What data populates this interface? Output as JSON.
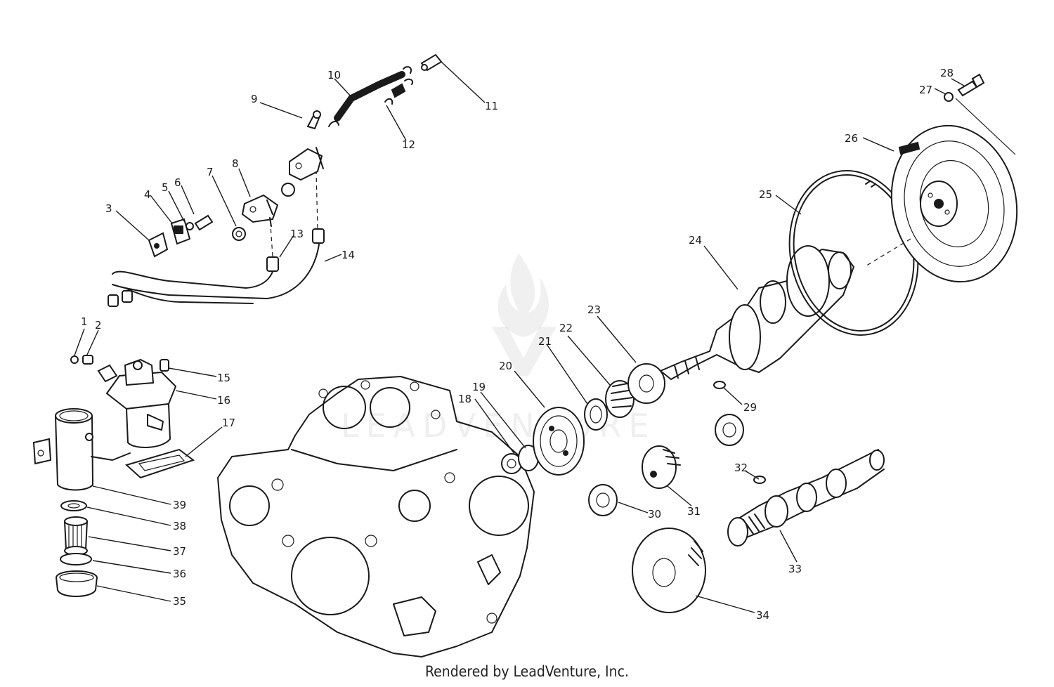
{
  "callouts": [
    {
      "n": "1"
    },
    {
      "n": "2"
    },
    {
      "n": "3"
    },
    {
      "n": "4"
    },
    {
      "n": "5"
    },
    {
      "n": "6"
    },
    {
      "n": "7"
    },
    {
      "n": "8"
    },
    {
      "n": "9"
    },
    {
      "n": "10"
    },
    {
      "n": "11"
    },
    {
      "n": "12"
    },
    {
      "n": "13"
    },
    {
      "n": "14"
    },
    {
      "n": "15"
    },
    {
      "n": "16"
    },
    {
      "n": "17"
    },
    {
      "n": "18"
    },
    {
      "n": "19"
    },
    {
      "n": "20"
    },
    {
      "n": "21"
    },
    {
      "n": "22"
    },
    {
      "n": "23"
    },
    {
      "n": "24"
    },
    {
      "n": "25"
    },
    {
      "n": "26"
    },
    {
      "n": "27"
    },
    {
      "n": "28"
    },
    {
      "n": "29"
    },
    {
      "n": "30"
    },
    {
      "n": "31"
    },
    {
      "n": "32"
    },
    {
      "n": "33"
    },
    {
      "n": "34"
    },
    {
      "n": "35"
    },
    {
      "n": "36"
    },
    {
      "n": "37"
    },
    {
      "n": "38"
    },
    {
      "n": "39"
    }
  ],
  "watermark": "LEADVENTURE",
  "credit": "Rendered by LeadVenture, Inc.",
  "colors": {
    "line": "#1a1a1a",
    "background": "#ffffff"
  }
}
